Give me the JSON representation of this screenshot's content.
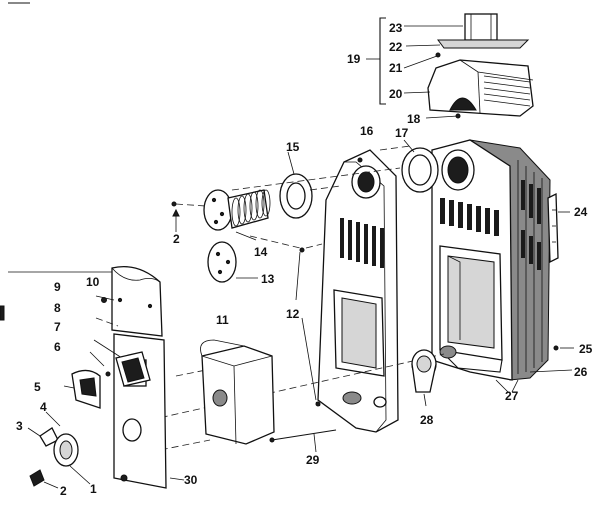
{
  "diagram": {
    "callouts": [
      {
        "id": "23",
        "text": "23"
      },
      {
        "id": "22",
        "text": "22"
      },
      {
        "id": "21",
        "text": "21"
      },
      {
        "id": "20",
        "text": "20"
      },
      {
        "id": "19",
        "text": "19"
      },
      {
        "id": "18",
        "text": "18"
      },
      {
        "id": "16",
        "text": "16"
      },
      {
        "id": "17",
        "text": "17"
      },
      {
        "id": "15",
        "text": "15"
      },
      {
        "id": "24",
        "text": "24"
      },
      {
        "id": "2a",
        "text": "2"
      },
      {
        "id": "14",
        "text": "14"
      },
      {
        "id": "13",
        "text": "13"
      },
      {
        "id": "10",
        "text": "10"
      },
      {
        "id": "9",
        "text": "9"
      },
      {
        "id": "8",
        "text": "8"
      },
      {
        "id": "12",
        "text": "12"
      },
      {
        "id": "11",
        "text": "11"
      },
      {
        "id": "7",
        "text": "7"
      },
      {
        "id": "6",
        "text": "6"
      },
      {
        "id": "5",
        "text": "5"
      },
      {
        "id": "25",
        "text": "25"
      },
      {
        "id": "26",
        "text": "26"
      },
      {
        "id": "27",
        "text": "27"
      },
      {
        "id": "28",
        "text": "28"
      },
      {
        "id": "4",
        "text": "4"
      },
      {
        "id": "3",
        "text": "3"
      },
      {
        "id": "29",
        "text": "29"
      },
      {
        "id": "30",
        "text": "30"
      },
      {
        "id": "2b",
        "text": "2"
      },
      {
        "id": "1",
        "text": "1"
      }
    ]
  }
}
